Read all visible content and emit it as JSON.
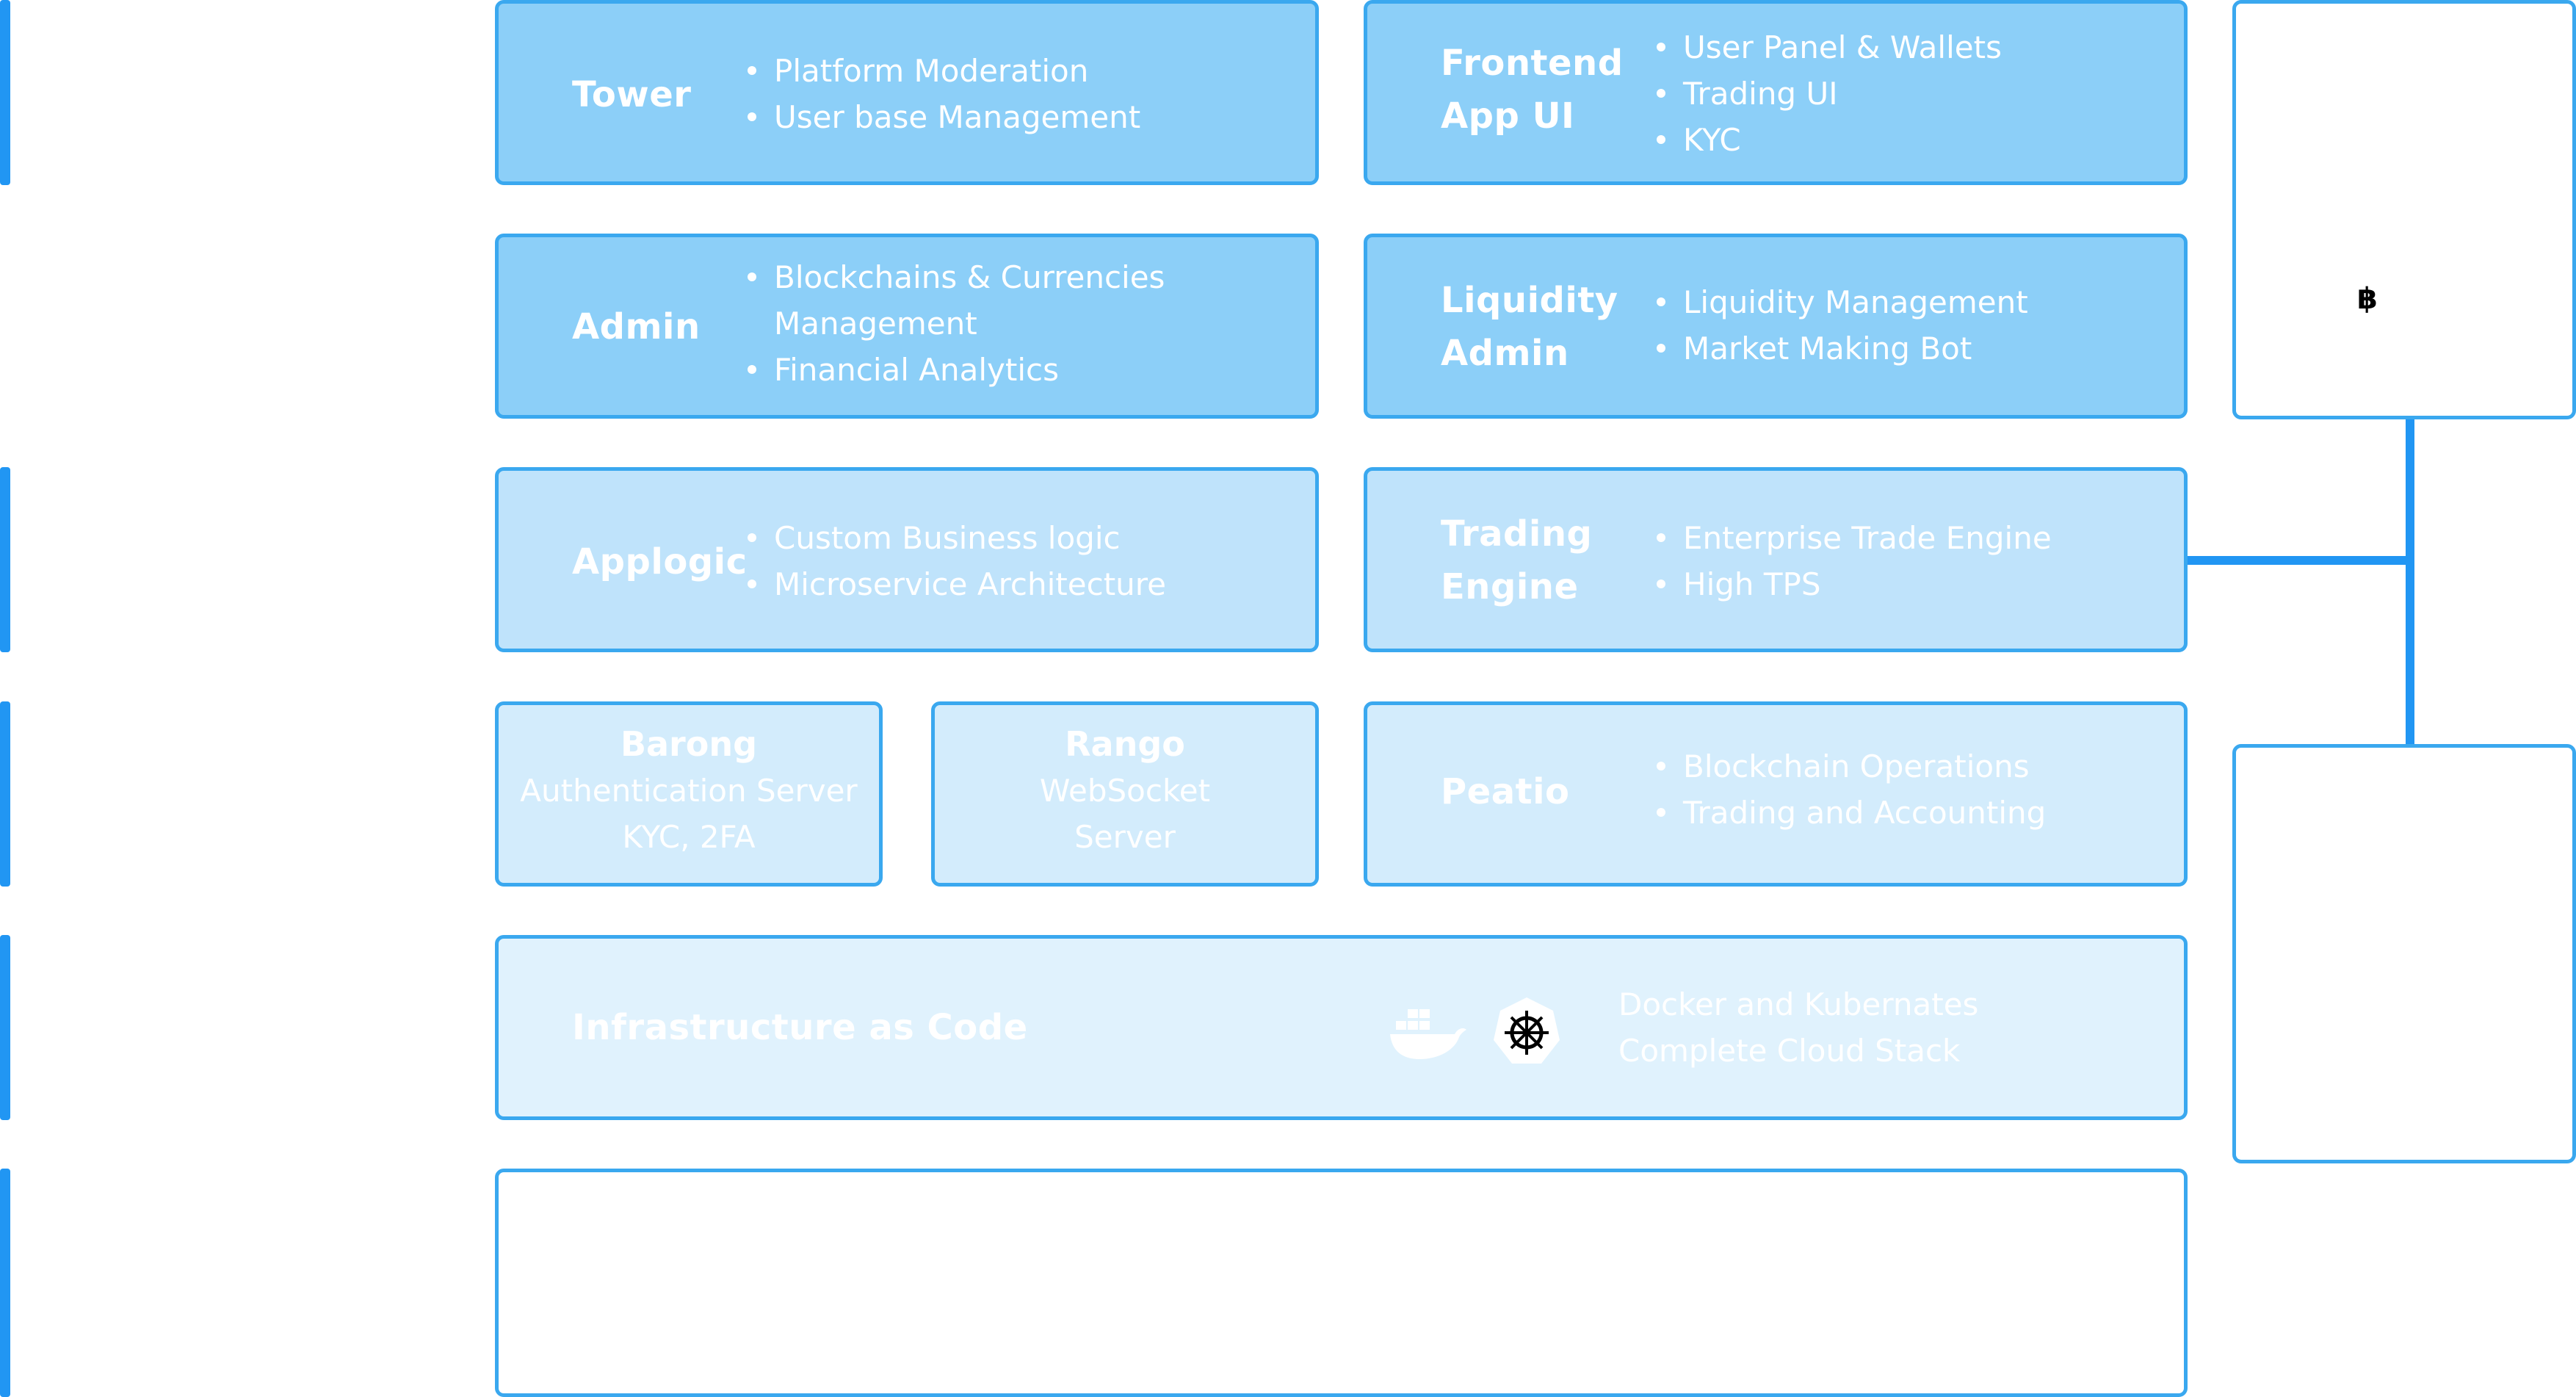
{
  "tower": {
    "title": "Tower",
    "items": [
      "Platform Moderation",
      "User base Management"
    ]
  },
  "frontend": {
    "title_line1": "Frontend",
    "title_line2": "App UI",
    "items": [
      "User Panel & Wallets",
      "Trading UI",
      "KYC"
    ]
  },
  "admin": {
    "title": "Admin",
    "items": [
      "Blockchains & Currencies",
      "Management",
      "Financial Analytics"
    ]
  },
  "liquidity": {
    "title_line1": "Liquidity",
    "title_line2": "Admin",
    "items": [
      "Liquidity Management",
      "Market Making Bot"
    ]
  },
  "applogic": {
    "title": "Applogic",
    "items": [
      "Custom Business logic",
      "Microservice Architecture"
    ]
  },
  "trading": {
    "title_line1": "Trading",
    "title_line2": "Engine",
    "items": [
      "Enterprise Trade Engine",
      "High TPS"
    ]
  },
  "barong": {
    "title": "Barong",
    "line1": "Authentication Server",
    "line2": "KYC, 2FA"
  },
  "rango": {
    "title": "Rango",
    "line1": "WebSocket",
    "line2": "Server"
  },
  "peatio": {
    "title": "Peatio",
    "items": [
      "Blockchain Operations",
      "Trading and Accounting"
    ]
  },
  "infra": {
    "title": "Infrastructure as Code",
    "line1": "Docker and Kubernates",
    "line2": "Complete Cloud Stack"
  },
  "side_top": {
    "symbol": "฿"
  },
  "colors": {
    "accent": "#2196f3",
    "border": "#3aa8ef",
    "layer1": "#8ccff8",
    "layer2": "#bfe3fb",
    "layer3": "#d3ecfc",
    "layer4": "#e0f2fd"
  },
  "icons": [
    "docker-icon",
    "kubernetes-icon"
  ]
}
